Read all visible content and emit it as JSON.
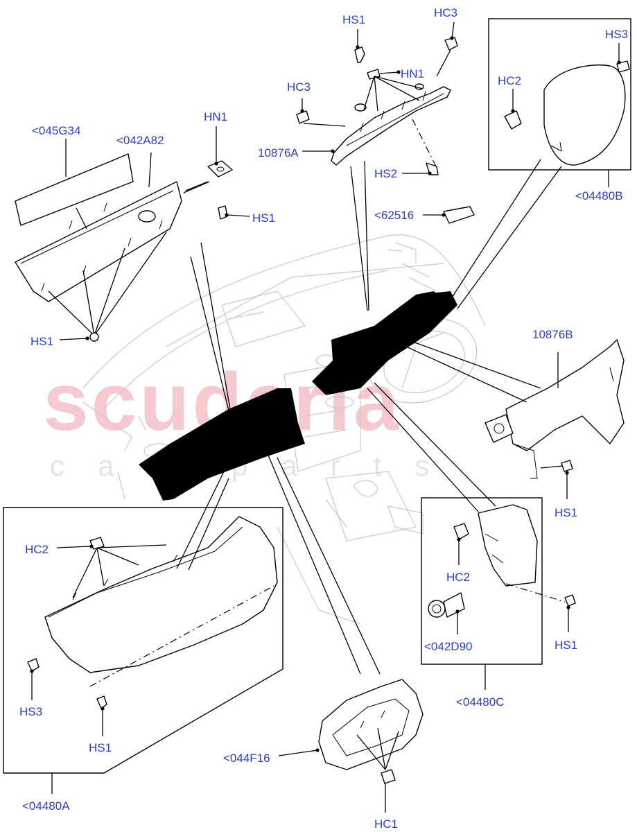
{
  "watermark": {
    "main": "scuderia",
    "sub": "car parts"
  },
  "labels": {
    "hs1_top": "HS1",
    "hc3_top": "HC3",
    "hn1_top": "HN1",
    "hc3_left": "HC3",
    "p10876a": "10876A",
    "hs2": "HS2",
    "p62516": "<62516",
    "hs3_box": "HS3",
    "hc2_box": "HC2",
    "p04480b": "<04480B",
    "hn1": "HN1",
    "hs1_hn1": "HS1",
    "p045g34": "<045G34",
    "p042a82": "<042A82",
    "hs1_left": "HS1",
    "p10876b": "10876B",
    "hs1_right": "HS1",
    "hc2_left": "HC2",
    "hs3_left": "HS3",
    "hs1_bottomleft": "HS1",
    "p04480a": "<04480A",
    "hc2_right": "HC2",
    "p042d90": "<042D90",
    "hs1_boxright": "HS1",
    "p04480c": "<04480C",
    "p044f16": "<044F16",
    "hc1": "HC1"
  },
  "colors": {
    "label": "#2a3fc7",
    "line": "#000000",
    "watermark": "#f6c9cf",
    "highlight": "#000000"
  }
}
